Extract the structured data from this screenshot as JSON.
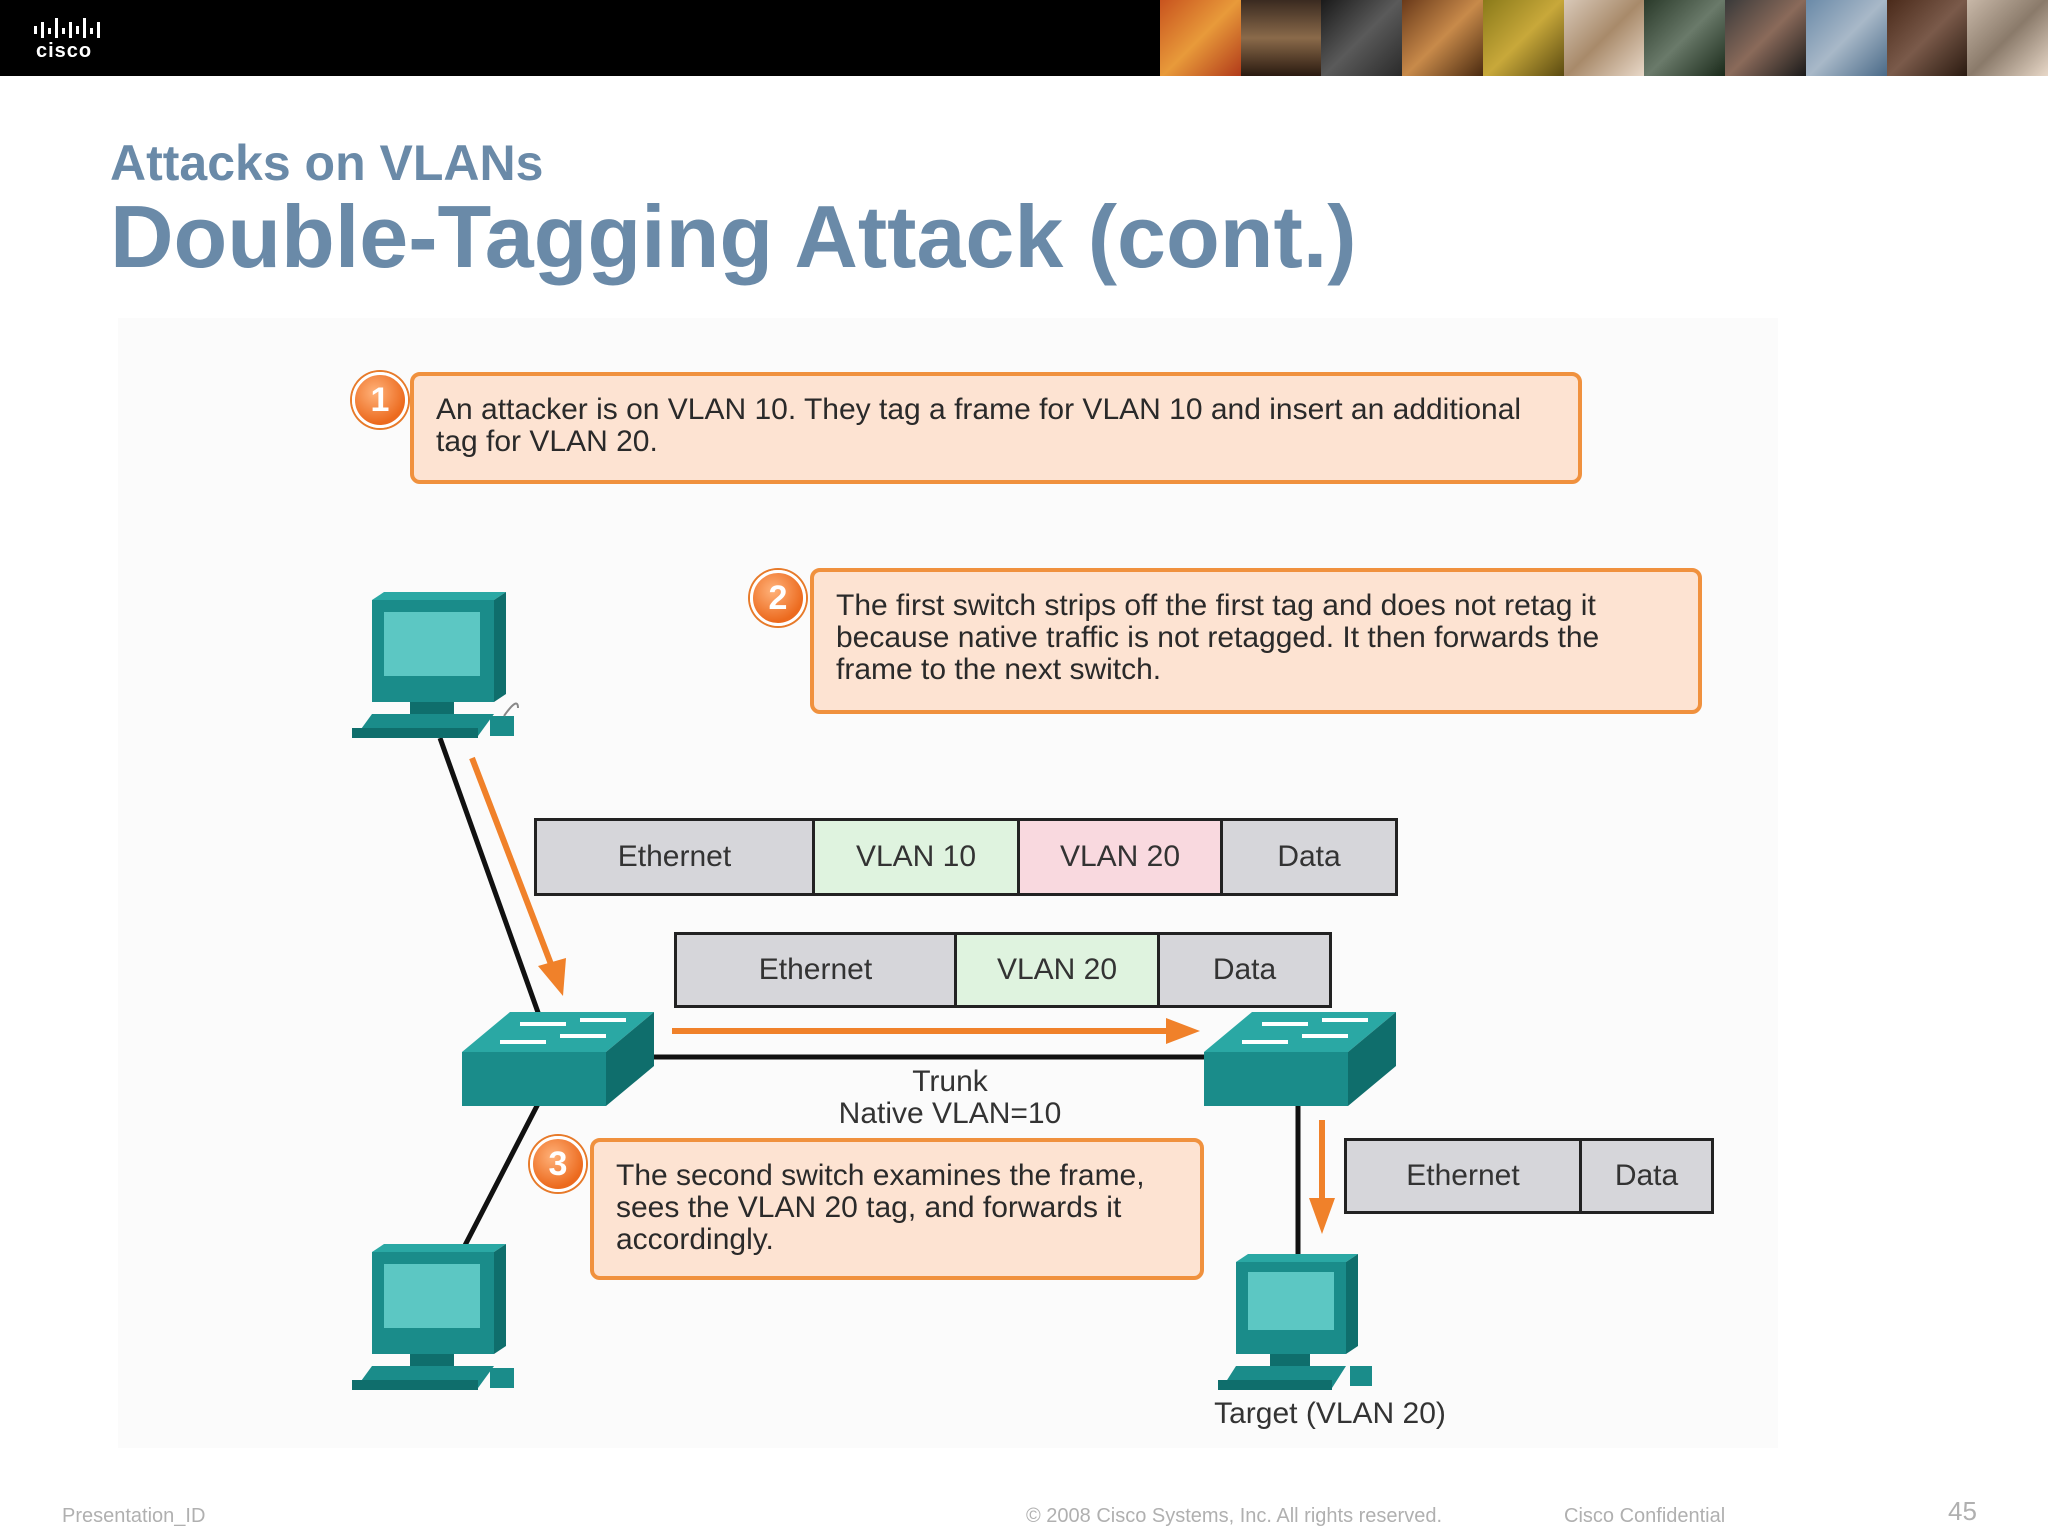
{
  "header": {
    "logo_text": "cisco"
  },
  "slide": {
    "subtitle": "Attacks on VLANs",
    "title": "Double-Tagging Attack (cont.)"
  },
  "steps": [
    {
      "number": "1",
      "text": "An attacker is on VLAN 10. They tag a frame for VLAN 10 and insert an additional tag for VLAN 20."
    },
    {
      "number": "2",
      "text": "The first switch strips off the first tag and does not retag it because native traffic is not retagged. It then forwards the frame to the next switch."
    },
    {
      "number": "3",
      "text": "The second switch examines the frame, sees the VLAN 20 tag, and forwards it accordingly."
    }
  ],
  "frames": {
    "frame1": [
      "Ethernet",
      "VLAN 10",
      "VLAN 20",
      "Data"
    ],
    "frame2": [
      "Ethernet",
      "VLAN 20",
      "Data"
    ],
    "frame3": [
      "Ethernet",
      "Data"
    ]
  },
  "labels": {
    "trunk": "Trunk",
    "native_vlan": "Native VLAN=10",
    "target": "Target (VLAN 20)"
  },
  "colors": {
    "title": "#6a8aa8",
    "callout_fill": "#fde3d2",
    "callout_border": "#f0913e",
    "device_teal": "#1a8c8a",
    "arrow_orange": "#f0812a"
  },
  "footer": {
    "presentation_id": "Presentation_ID",
    "copyright": "© 2008 Cisco Systems, Inc. All rights reserved.",
    "confidential": "Cisco Confidential",
    "page_number": "45"
  }
}
